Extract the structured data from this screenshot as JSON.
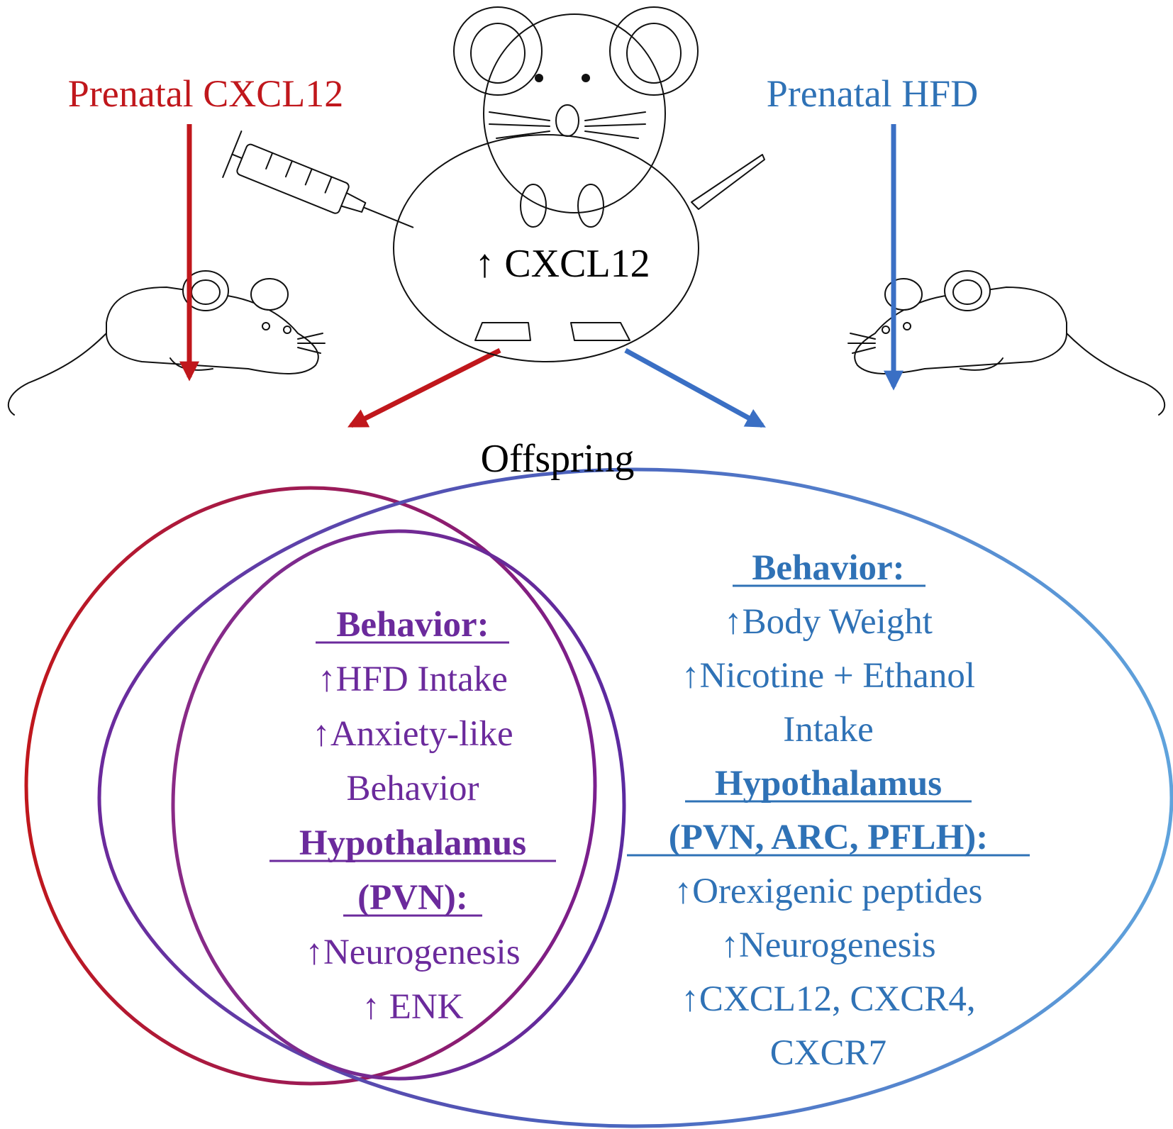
{
  "labels": {
    "prenatal_cxcl12": "Prenatal CXCL12",
    "prenatal_hfd": "Prenatal HFD",
    "mother_cxcl12": "↑ CXCL12",
    "offspring": "Offspring"
  },
  "overlap": {
    "behavior_heading": "Behavior:",
    "behavior_items": [
      "↑HFD Intake",
      "↑Anxiety-like",
      "Behavior"
    ],
    "hypothalamus_heading": [
      "Hypothalamus",
      "(PVN):"
    ],
    "hypothalamus_items": [
      "↑Neurogenesis",
      "↑ ENK"
    ]
  },
  "hfd_only": {
    "behavior_heading": "Behavior:",
    "behavior_items": [
      "↑Body Weight",
      "↑Nicotine + Ethanol",
      "Intake"
    ],
    "hypothalamus_heading": [
      "Hypothalamus",
      "(PVN, ARC, PFLH):"
    ],
    "hypothalamus_items": [
      "↑Orexigenic peptides",
      "↑Neurogenesis",
      "↑CXCL12, CXCR4,",
      "CXCR7"
    ]
  },
  "colors": {
    "cxcl12": "#c0171c",
    "hfd": "#2f72b6",
    "overlap": "#6b2a9c",
    "mouse_fill": "#dcdcdc",
    "ear_inner": "#f6d3d8"
  },
  "icons": [
    "syringe-icon",
    "mother-mouse-icon",
    "offspring-mouse-icon"
  ]
}
